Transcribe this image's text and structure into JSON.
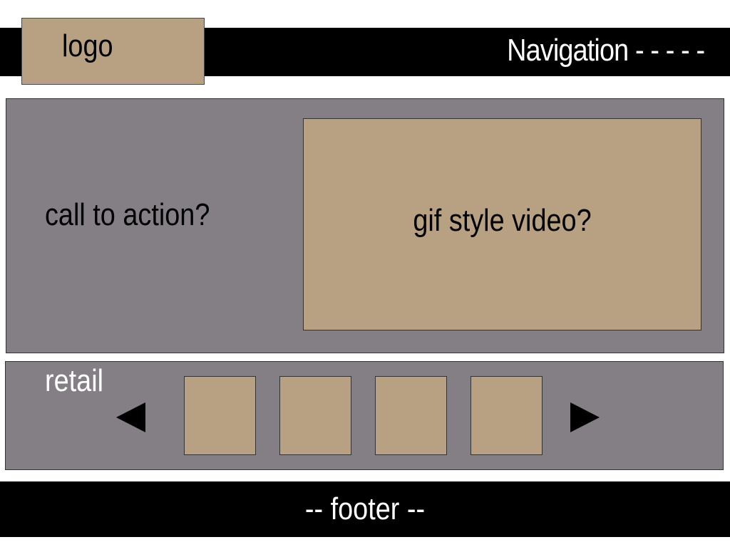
{
  "header": {
    "logo_text": "logo",
    "nav_text": "Navigation - - - - -"
  },
  "hero": {
    "cta_text": "call to action?",
    "video_text": "gif style video?"
  },
  "retail": {
    "label": "retail",
    "prev_icon": "triangle-left-icon",
    "next_icon": "triangle-right-icon",
    "item_count": 4
  },
  "footer": {
    "text": "-- footer --"
  },
  "colors": {
    "bar": "#000000",
    "panel": "#847f84",
    "placeholder": "#b8a082"
  }
}
